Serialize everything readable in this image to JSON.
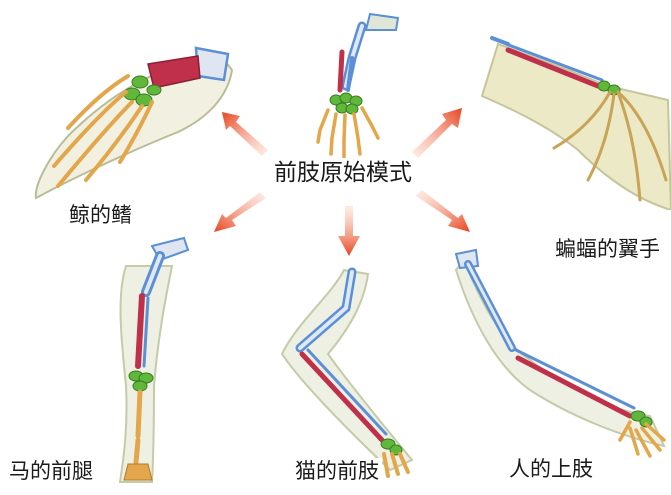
{
  "center": {
    "label": "前肢原始模式"
  },
  "limbs": {
    "whale": {
      "label": "鲸的鳍"
    },
    "bat": {
      "label": "蝙蝠的翼手"
    },
    "horse": {
      "label": "马的前腿"
    },
    "cat": {
      "label": "猫的前肢"
    },
    "human": {
      "label": "人的上肢"
    },
    "primitive": {
      "label": ""
    }
  },
  "colors": {
    "arrow": "#e8431f",
    "upper_arm": "#5b8fd6",
    "forearm": "#c0304a",
    "wrist": "#5fb83a",
    "digits": "#e3a64a",
    "outline": "#bfc9a8",
    "membrane": "#ece9c6"
  }
}
